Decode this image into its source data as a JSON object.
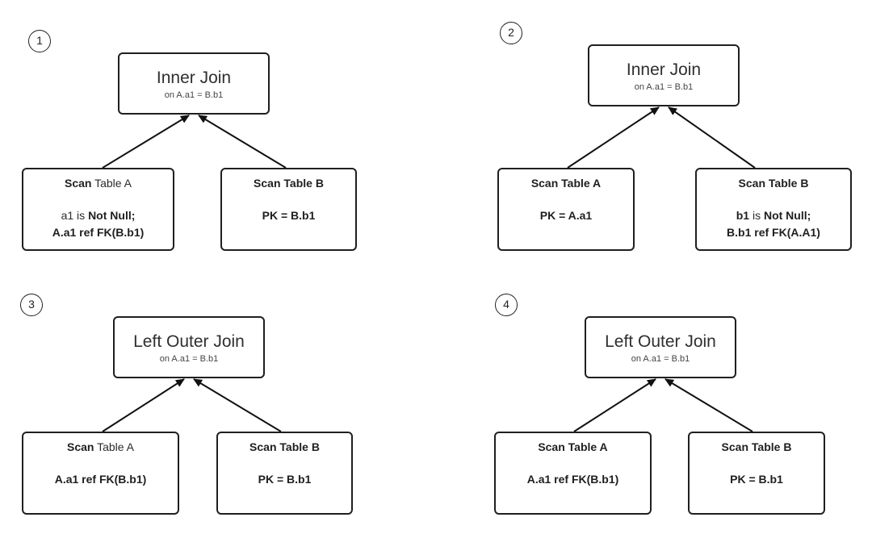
{
  "diagrams": [
    {
      "number": "1",
      "join": {
        "title": "Inner Join",
        "condition": "on A.a1 = B.b1"
      },
      "left": {
        "title_bold": "Scan",
        "title_rest": " Table A",
        "line1_plain": "a1 is ",
        "line1_bold": "Not Null;",
        "line2_bold": "A.a1 ref FK(B.b1)"
      },
      "right": {
        "title_bold": "Scan Table B",
        "body_bold": "PK = B.b1"
      }
    },
    {
      "number": "2",
      "join": {
        "title": "Inner Join",
        "condition": "on A.a1 = B.b1"
      },
      "left": {
        "title_bold": "Scan Table A",
        "body_bold": "PK = A.a1"
      },
      "right": {
        "title_bold": "Scan Table B",
        "line1_bold_a": "b1",
        "line1_plain": " is ",
        "line1_bold": "Not Null;",
        "line2_bold": "B.b1 ref FK(A.A1)"
      }
    },
    {
      "number": "3",
      "join": {
        "title": "Left Outer Join",
        "condition": "on A.a1 = B.b1"
      },
      "left": {
        "title_bold": "Scan",
        "title_rest": " Table A",
        "body_bold": "A.a1 ref FK(B.b1)"
      },
      "right": {
        "title_bold": "Scan Table B",
        "body_bold": "PK = B.b1"
      }
    },
    {
      "number": "4",
      "join": {
        "title": "Left Outer Join",
        "condition": "on A.a1 = B.b1"
      },
      "left": {
        "title_bold": "Scan Table A",
        "body_bold": "A.a1 ref FK(B.b1)"
      },
      "right": {
        "title_bold": "Scan Table B",
        "body_bold": "PK = B.b1"
      }
    }
  ]
}
